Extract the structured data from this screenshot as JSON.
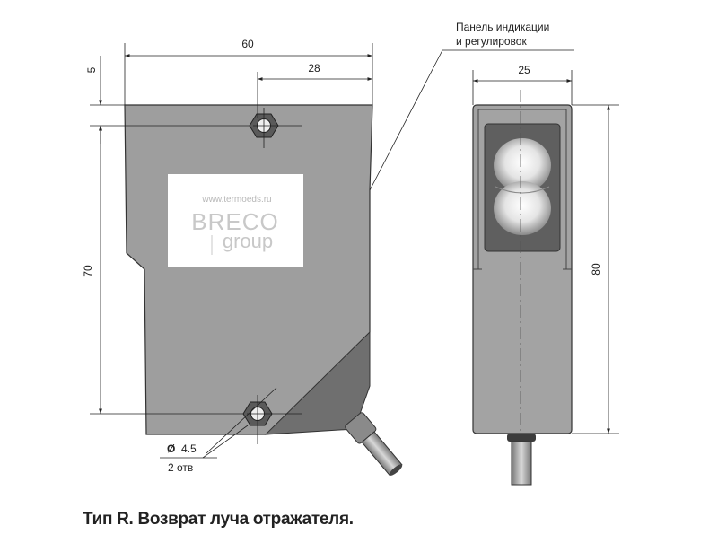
{
  "dimensions": {
    "front_width": "60",
    "hole_offset": "28",
    "top_margin": "5",
    "front_height": "70",
    "side_width": "25",
    "side_height": "80"
  },
  "labels": {
    "panel_line1": "Панель индикации",
    "panel_line2": "и регулировок",
    "hole_diameter_symbol": "Ø",
    "hole_diameter_value": "4.5",
    "hole_count": "2 отв"
  },
  "watermark": {
    "url": "www.termoeds.ru",
    "brand": "BRECO",
    "group": "group"
  },
  "caption": "Тип R. Возврат луча отражателя.",
  "colors": {
    "body_fill": "#9c9c9c",
    "body_dark": "#6e6e6e",
    "window_frame": "#5c5c5c",
    "line": "#222222"
  }
}
